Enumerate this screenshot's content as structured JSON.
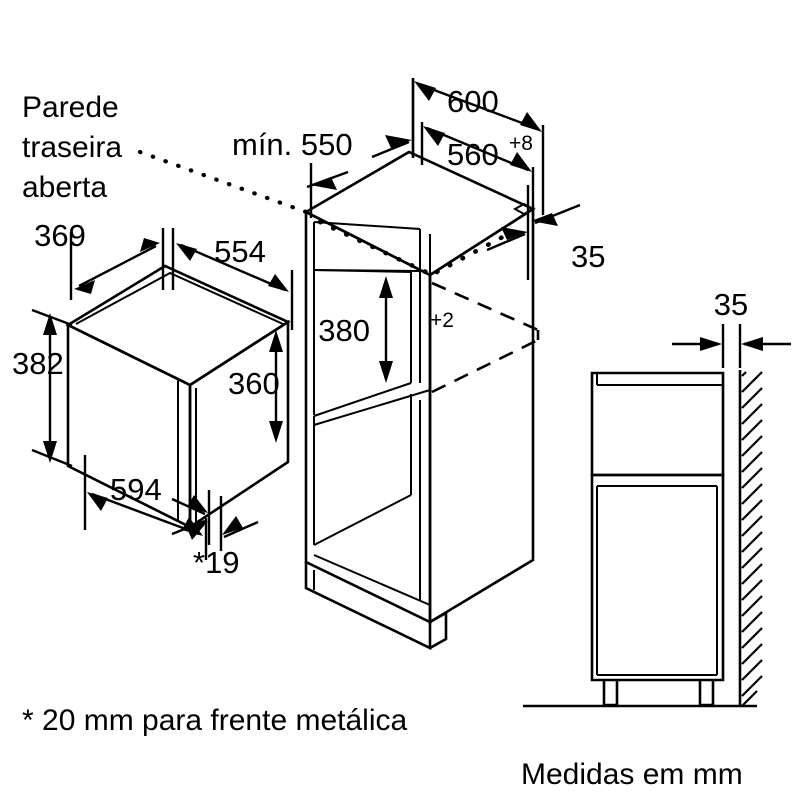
{
  "diagram": {
    "title": "Built-in microwave installation dimensions",
    "units_note": "Medidas em mm",
    "footnote": "* 20 mm para frente metálica",
    "back_wall_note_line1": "Parede",
    "back_wall_note_line2": "traseira",
    "back_wall_note_line3": "aberta",
    "stroke_color": "#000000",
    "background_color": "#ffffff"
  },
  "dimensions": {
    "niche_depth_min": "mín. 550",
    "cabinet_outer_width": "600",
    "niche_width": "560",
    "niche_width_tolerance": "+8",
    "rear_offset_iso": "35",
    "appliance_depth": "369",
    "appliance_body_width": "554",
    "appliance_front_height": "382",
    "appliance_body_height": "360",
    "appliance_front_width": "594",
    "front_overhang": "*19",
    "niche_height": "380",
    "niche_height_tolerance": "+2",
    "wall_gap_side": "35"
  },
  "views": {
    "appliance_label": "appliance-isometric",
    "cabinet_label": "cabinet-niche-isometric",
    "side_label": "side-elevation-wall"
  }
}
